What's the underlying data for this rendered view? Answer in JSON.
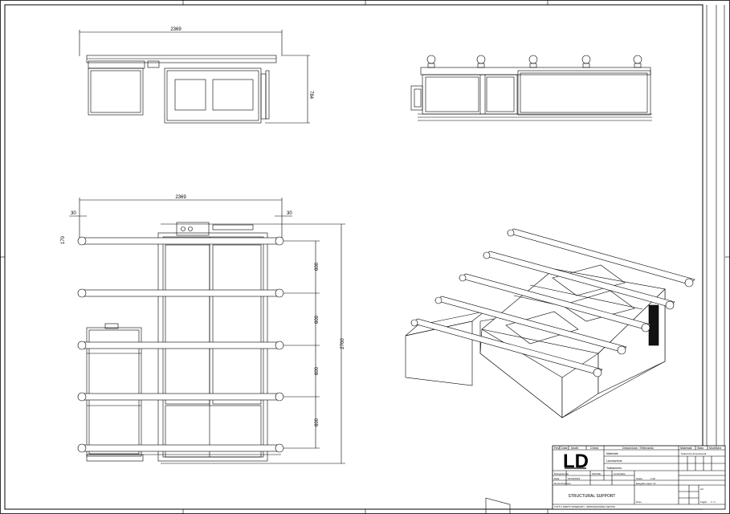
{
  "top_view": {
    "dim_width": "2369",
    "dim_height": "784"
  },
  "plan_view": {
    "dim_width": "2369",
    "dim_left_offset": "30",
    "dim_right_offset": "30",
    "dim_bar": "170",
    "dim_spacing": [
      "600",
      "600",
      "600",
      "600"
    ],
    "dim_total": "2700"
  },
  "title_block": {
    "logo": "LD",
    "header_cells": [
      "Rev",
      "Date",
      "Modif.",
      "Check"
    ],
    "header_description": "Descrizione / Tetteraedo",
    "header_right": [
      "Materiale",
      "Stato",
      "Modifiche"
    ],
    "rows_left": [
      "Materiale",
      "Lavorazione",
      "Trattamento"
    ],
    "tolerance_header": "Tolleranze dimensionali",
    "drawn_label": "Disegnato da",
    "drawn_value": "SAVIOE",
    "date_label": "Data",
    "date_value": "01/03/2019",
    "check_label": "Controllato",
    "description_label": "Denominazione",
    "description_value": "STRUCTURAL SUPPORT",
    "supplier_label": "Eseguito super. fin",
    "scale_label": "Scala",
    "scale_value": "1:20",
    "mass_label": "Peso",
    "sheet_label": "Foglio",
    "sheet_value": "1 / 1",
    "format_value": "A3",
    "footer": "TUTTI I DIRITTI RISERVATI - RIPRODUZIONE VIETATA"
  }
}
